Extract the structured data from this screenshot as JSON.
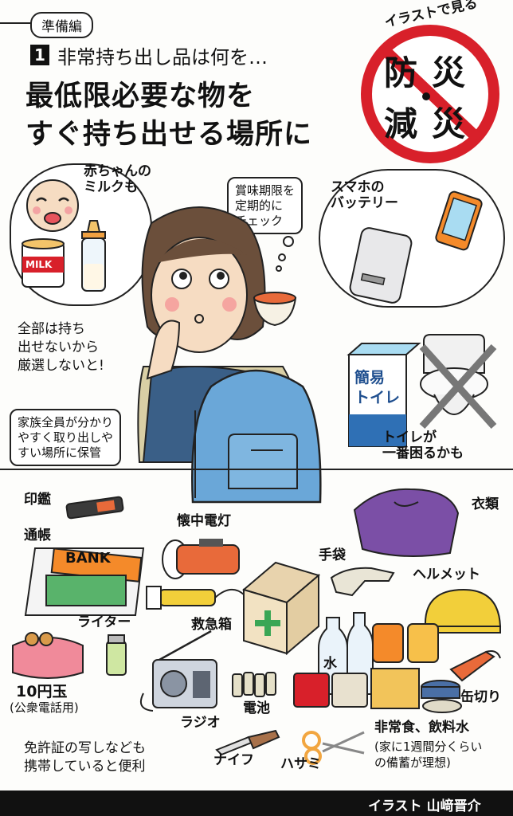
{
  "header": {
    "series_label": "準備編",
    "number": "1",
    "question": "非常持ち出し品は何を…",
    "headline_line1": "最低限必要な物を",
    "headline_line2": "すぐ持ち出せる場所に"
  },
  "badge": {
    "arc_text": "イラストで見る",
    "line1_a": "防",
    "line1_b": "災",
    "line2_a": "減",
    "line2_b": "災",
    "red": "#d8202a"
  },
  "callouts": {
    "baby_milk": "赤ちゃんの\nミルクも",
    "expiry": "賞味期限を\n定期的に\nチェック",
    "phone_battery": "スマホの\nバッテリー",
    "choose": "全部は持ち\n出せないから\n厳選しないと!",
    "storage": "家族全員が分かり\nやすく取り出しや\nすい場所に保管",
    "toilet_worry": "トイレが\n一番困るかも",
    "milk_can_text": "MILK",
    "toilet_box_text": "簡易\nトイレ"
  },
  "items": {
    "seal": "印鑑",
    "bankbook": "通帳",
    "bank_text": "BANK",
    "flashlight": "懐中電灯",
    "clothes": "衣類",
    "gloves": "手袋",
    "helmet": "ヘルメット",
    "lighter": "ライター",
    "first_aid": "救急箱",
    "coin": "10円玉",
    "coin_note": "(公衆電話用)",
    "radio": "ラジオ",
    "batteries": "電池",
    "knife": "ナイフ",
    "scissors": "ハサミ",
    "can_opener": "缶切り",
    "food_water": "非常食、飲料水",
    "food_note": "(家に1週間分くらい\nの備蓄が理想)",
    "water_text": "水",
    "license_note": "免許証の写しなども\n携帯していると便利"
  },
  "credit": "イラスト 山﨑晋介",
  "colors": {
    "bag_blue": "#6aa7d8",
    "purple": "#7b4fa6",
    "yellow": "#f2cf3a",
    "green_card": "#59b36b",
    "skin": "#f6dcc2"
  }
}
